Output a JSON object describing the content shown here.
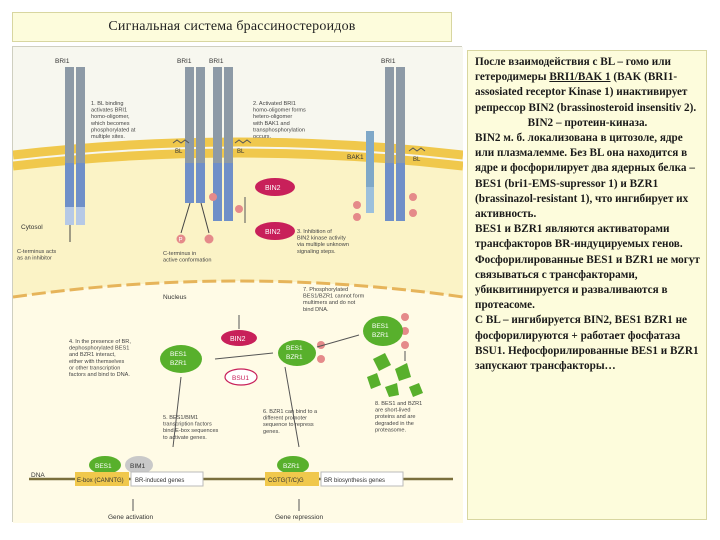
{
  "title": "Сигнальная система брассиностероидов",
  "diagram": {
    "receptors": [
      "BRI1",
      "BRI1",
      "BRI1",
      "BRI1"
    ],
    "bl_labels": [
      "BL",
      "BL",
      "BL"
    ],
    "bak1_label": "BAK1",
    "phospho_label": "P",
    "bin2_label": "BIN2",
    "bes1": "BES1",
    "bzr1": "BZR1",
    "bsu1": "BSU1",
    "dna": "DNA",
    "cytosol": "Cytosol",
    "nucleus": "Nucleus",
    "notes": {
      "n1": [
        "1. BL binding",
        "activates BRI1",
        "homo-oligomer,",
        "which becomes",
        "phosphorylated at",
        "multiple sites."
      ],
      "n2": [
        "2. Activated BRI1",
        "homo-oligomer forms",
        "hetero-oligomer",
        "with BAK1 and",
        "transphosphorylation",
        "occurs."
      ],
      "n3": [
        "3. Inhibition of",
        "BIN2 kinase activity",
        "via multiple unknown",
        "signaling steps."
      ],
      "cterm_inhibition": [
        "C-terminus acts",
        "as an inhibitor"
      ],
      "cterm_active": [
        "C-terminus in",
        "active conformation"
      ],
      "n4": [
        "4. In the presence of BR,",
        "dephosphorylated BES1",
        "and BZR1 interact,",
        "either with themselves",
        "or other transcription",
        "factors and bind to DNA."
      ],
      "n5": [
        "5. BES1/BIM1",
        "transcription factors",
        "bind E-box sequences",
        "to activate genes."
      ],
      "n6": [
        "6. BZR1 can bind to a",
        "different promoter",
        "sequence to repress",
        "genes."
      ],
      "n7": [
        "7. Phosphorylated",
        "BES1/BZR1 cannot form",
        "multimers and do not",
        "bind DNA."
      ],
      "n8": [
        "8. BES1 and BZR1",
        "are short-lived",
        "proteins and are",
        "degraded in the",
        "proteasome."
      ]
    },
    "bim1": "BIM1",
    "ebox": "E-box (CANNTG)",
    "br_induced": "BR-induced genes",
    "cgtgtg": "CGTG(T/C)G",
    "br_biosynthesis": "BR biosynthesis genes",
    "gene_activation": "Gene activation",
    "gene_repression": "Gene repression"
  },
  "text_panel": {
    "p1a": "После взаимодействия с BL – гомо или гетеродимеры ",
    "p1u": "BRI1/BAK 1",
    "p1b": " (BAK (BRI1-assosiated receptor Kinase 1) инактивирует репрессор BIN2 (brassinosteroid insensitiv 2).",
    "p2": "BIN2 – протеин-киназа.",
    "p3": "BIN2 м. б. локализована в цитозоле, ядре или плазмалемме. Без BL она находится в ядре и фосфорилирует два ядерных белка – BES1 (bri1-EMS-supressor 1) и BZR1 (brassinazol-resistant 1), что ингибирует их активность.",
    "p4": "BES1 и BZR1 являются активаторами трансфакторов BR-индуцируемых генов. Фосфорилированные BES1 и BZR1 не могут связываться с трансфакторами, убиквитинируется и разваливаются в протеасоме.",
    "p5": "С BL – ингибируется BIN2, BES1 BZR1 не фосфорилируются + работает фосфатаза BSU1. Нефосфорилированные BES1 и BZR1 запускают трансфакторы…"
  },
  "colors": {
    "membrane": "#f0c84c",
    "cytoplasm": "#fbf3c6",
    "nucleus": "#fffbe6",
    "receptor_blue": "#6f8fc8",
    "receptor_gray": "#8d9aa6",
    "bin2": "#c8205a",
    "bes_green": "#58b02c",
    "phospho": "#e58a8a"
  }
}
